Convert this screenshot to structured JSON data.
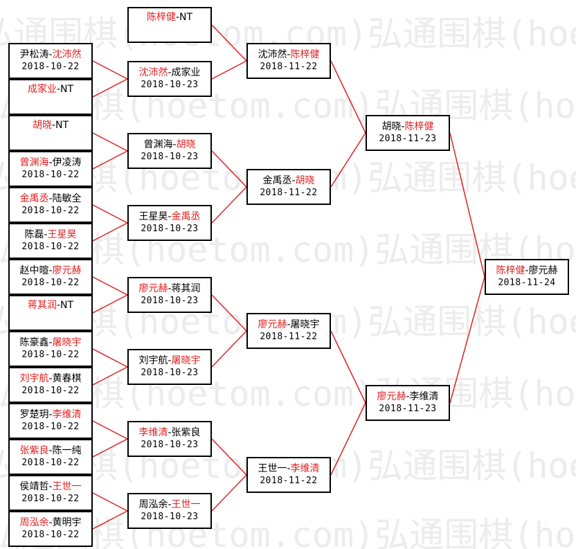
{
  "watermark_text": "弘通围棋(hoetom.com)",
  "colors": {
    "winner": "#e02020",
    "line": "#e02020",
    "border": "#000000"
  },
  "matches": [
    {
      "id": "r1m1",
      "p1": "尹松涛",
      "p2": "沈沛然",
      "winner": 2,
      "date": "2018-10-22"
    },
    {
      "id": "r1m2",
      "p1": "成家业",
      "p2": "NT",
      "winner": 1,
      "date": ""
    },
    {
      "id": "r1m3",
      "p1": "胡晓",
      "p2": "NT",
      "winner": 1,
      "date": ""
    },
    {
      "id": "r1m4",
      "p1": "曾渊海",
      "p2": "伊凌涛",
      "winner": 1,
      "date": "2018-10-22"
    },
    {
      "id": "r1m5",
      "p1": "金禹丞",
      "p2": "陆敏全",
      "winner": 1,
      "date": "2018-10-22"
    },
    {
      "id": "r1m6",
      "p1": "陈磊",
      "p2": "王星昊",
      "winner": 2,
      "date": "2018-10-22"
    },
    {
      "id": "r1m7",
      "p1": "赵中暄",
      "p2": "廖元赫",
      "winner": 2,
      "date": "2018-10-22"
    },
    {
      "id": "r1m8",
      "p1": "蒋其润",
      "p2": "NT",
      "winner": 1,
      "date": ""
    },
    {
      "id": "r1m9",
      "p1": "陈豪鑫",
      "p2": "屠晓宇",
      "winner": 2,
      "date": "2018-10-22"
    },
    {
      "id": "r1m10",
      "p1": "刘宇航",
      "p2": "黄春棋",
      "winner": 1,
      "date": "2018-10-22"
    },
    {
      "id": "r1m11",
      "p1": "罗楚玥",
      "p2": "李维清",
      "winner": 2,
      "date": "2018-10-22"
    },
    {
      "id": "r1m12",
      "p1": "张紫良",
      "p2": "陈一纯",
      "winner": 1,
      "date": "2018-10-22"
    },
    {
      "id": "r1m13",
      "p1": "侯靖哲",
      "p2": "王世一",
      "winner": 2,
      "date": "2018-10-22"
    },
    {
      "id": "r1m14",
      "p1": "周泓余",
      "p2": "黄明宇",
      "winner": 1,
      "date": "2018-10-22"
    },
    {
      "id": "r2m1",
      "p1": "陈梓健",
      "p2": "NT",
      "winner": 1,
      "date": ""
    },
    {
      "id": "r2m2",
      "p1": "沈沛然",
      "p2": "成家业",
      "winner": 1,
      "date": "2018-10-23"
    },
    {
      "id": "r2m3",
      "p1": "曾渊海",
      "p2": "胡晓",
      "winner": 2,
      "date": "2018-10-23"
    },
    {
      "id": "r2m4",
      "p1": "王星昊",
      "p2": "金禹丞",
      "winner": 2,
      "date": "2018-10-23"
    },
    {
      "id": "r2m5",
      "p1": "廖元赫",
      "p2": "蒋其润",
      "winner": 1,
      "date": "2018-10-23"
    },
    {
      "id": "r2m6",
      "p1": "刘宇航",
      "p2": "屠晓宇",
      "winner": 2,
      "date": "2018-10-23"
    },
    {
      "id": "r2m7",
      "p1": "李维清",
      "p2": "张紫良",
      "winner": 1,
      "date": "2018-10-23"
    },
    {
      "id": "r2m8",
      "p1": "周泓余",
      "p2": "王世一",
      "winner": 2,
      "date": "2018-10-23"
    },
    {
      "id": "r3m1",
      "p1": "沈沛然",
      "p2": "陈梓健",
      "winner": 2,
      "date": "2018-11-22"
    },
    {
      "id": "r3m2",
      "p1": "金禹丞",
      "p2": "胡晓",
      "winner": 2,
      "date": "2018-11-22"
    },
    {
      "id": "r3m3",
      "p1": "廖元赫",
      "p2": "屠晓宇",
      "winner": 1,
      "date": "2018-11-22"
    },
    {
      "id": "r3m4",
      "p1": "王世一",
      "p2": "李维清",
      "winner": 2,
      "date": "2018-11-22"
    },
    {
      "id": "r4m1",
      "p1": "胡晓",
      "p2": "陈梓健",
      "winner": 2,
      "date": "2018-11-23"
    },
    {
      "id": "r4m2",
      "p1": "廖元赫",
      "p2": "李维清",
      "winner": 1,
      "date": "2018-11-23"
    },
    {
      "id": "r5m1",
      "p1": "陈梓健",
      "p2": "廖元赫",
      "winner": 1,
      "date": "2018-11-24"
    }
  ]
}
